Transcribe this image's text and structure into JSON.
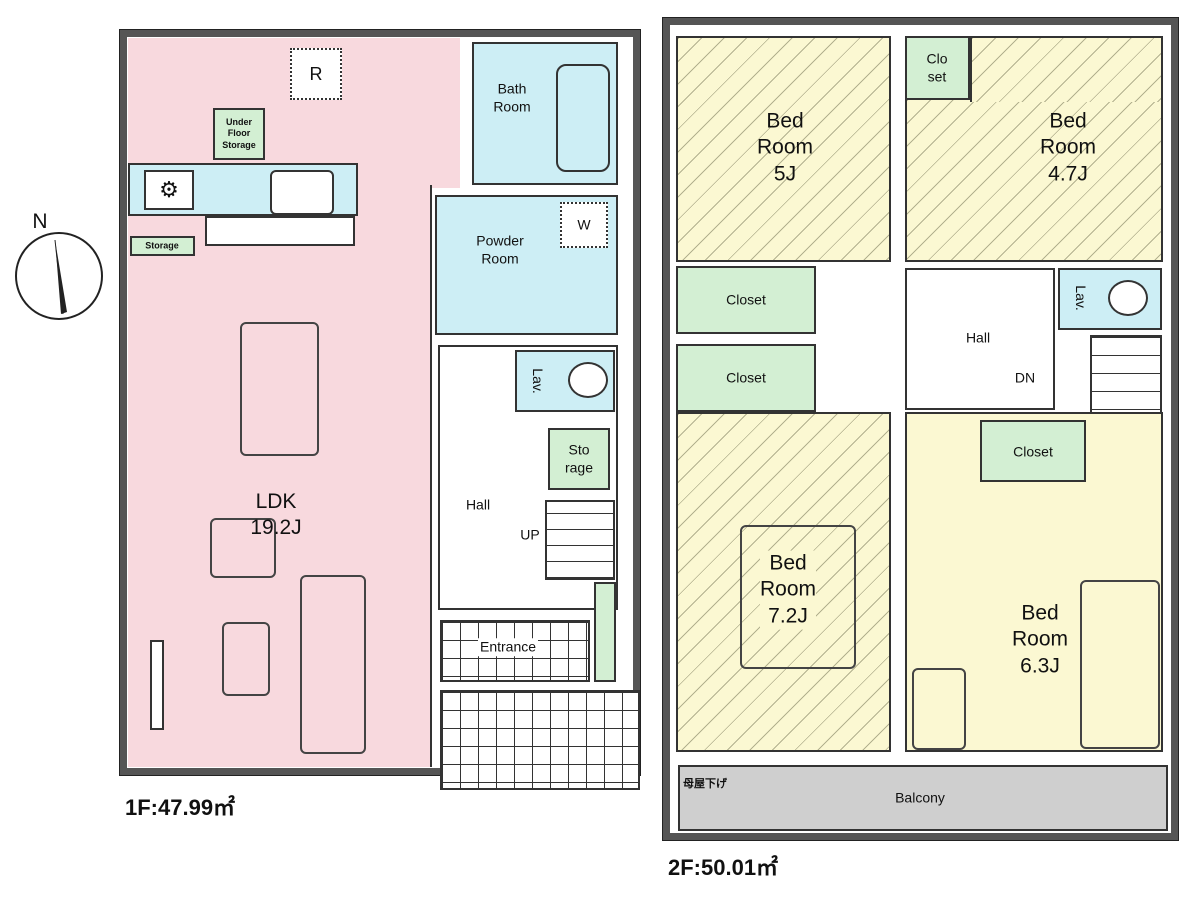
{
  "floor1": {
    "area_label": "1F:47.99㎡",
    "rooms": {
      "ldk": "LDK\n19.2J",
      "bath": "Bath\nRoom",
      "powder": "Powder\nRoom",
      "lav": "Lav.",
      "storage_small": "Storage",
      "storage": "Sto\nrage",
      "hall": "Hall",
      "up": "UP",
      "entrance": "Entrance",
      "underfloor": "Under\nFloor\nStorage",
      "fridge": "R",
      "washer": "W"
    }
  },
  "floor2": {
    "area_label": "2F:50.01㎡",
    "rooms": {
      "bed1": "Bed\nRoom\n5J",
      "closet_top": "Clo\nset",
      "bed2": "Bed\nRoom\n4.7J",
      "closet1": "Closet",
      "closet2": "Closet",
      "hall": "Hall",
      "dn": "DN",
      "lav": "Lav.",
      "closet3": "Closet",
      "bed3": "Bed\nRoom\n7.2J",
      "bed4": "Bed\nRoom\n6.3J",
      "balcony": "Balcony",
      "roof_note": "母屋下げ"
    }
  },
  "compass": {
    "north": "N"
  }
}
